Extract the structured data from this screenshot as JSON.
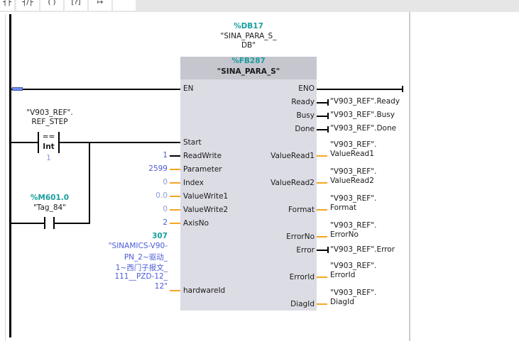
{
  "toolbar": {
    "buttons": [
      {
        "icon": "contact-icon",
        "glyph": "┤├"
      },
      {
        "icon": "negated-contact-icon",
        "glyph": "┤/├"
      },
      {
        "icon": "coil-icon",
        "glyph": "( )"
      },
      {
        "icon": "empty-box-icon",
        "glyph": "[?]"
      },
      {
        "icon": "open-branch-icon",
        "glyph": "↦"
      },
      {
        "icon": "close-branch-icon",
        "glyph": ""
      }
    ]
  },
  "contacts": {
    "compare": {
      "operand_line1": "\"V903_REF\".",
      "operand_line2": "REF_STEP",
      "op": "==",
      "type": "Int",
      "value": "1"
    },
    "no_contact": {
      "address": "%M601.0",
      "name": "\"Tag_84\""
    }
  },
  "instance": {
    "address": "%DB17",
    "name_line1": "\"SINA_PARA_S_",
    "name_line2": "DB\""
  },
  "block": {
    "address": "%FB287",
    "name": "\"SINA_PARA_S\"",
    "inputs": [
      {
        "name": "EN",
        "value": ""
      },
      {
        "name": "Start",
        "value": ""
      },
      {
        "name": "ReadWrite",
        "value": "1"
      },
      {
        "name": "Parameter",
        "value": "2599"
      },
      {
        "name": "Index",
        "value": "0"
      },
      {
        "name": "ValueWrite1",
        "value": "0.0"
      },
      {
        "name": "ValueWrite2",
        "value": "0"
      },
      {
        "name": "AxisNo",
        "value": "2"
      },
      {
        "name": "hardwareId",
        "value": ""
      }
    ],
    "hardware": {
      "id": "307",
      "lines": [
        "\"SINAMICS-V90-",
        "PN_2~驱动_",
        "1~西门子报文_",
        "111__PZD-12_",
        "12\""
      ]
    },
    "outputs": [
      {
        "name": "ENO",
        "l1": "",
        "l2": ""
      },
      {
        "name": "Ready",
        "l1": "\"V903_REF\".Ready",
        "l2": ""
      },
      {
        "name": "Busy",
        "l1": "\"V903_REF\".Busy",
        "l2": ""
      },
      {
        "name": "Done",
        "l1": "\"V903_REF\".Done",
        "l2": ""
      },
      {
        "name": "ValueRead1",
        "l1": "\"V903_REF\".",
        "l2": "ValueRead1"
      },
      {
        "name": "ValueRead2",
        "l1": "\"V903_REF\".",
        "l2": "ValueRead2"
      },
      {
        "name": "Format",
        "l1": "\"V903_REF\".",
        "l2": "Format"
      },
      {
        "name": "ErrorNo",
        "l1": "\"V903_REF\".",
        "l2": "ErrorNo"
      },
      {
        "name": "Error",
        "l1": "\"V903_REF\".Error",
        "l2": ""
      },
      {
        "name": "ErrorId",
        "l1": "\"V903_REF\".",
        "l2": "ErrorId"
      },
      {
        "name": "DiagId",
        "l1": "\"V903_REF\".",
        "l2": "DiagId"
      }
    ]
  }
}
